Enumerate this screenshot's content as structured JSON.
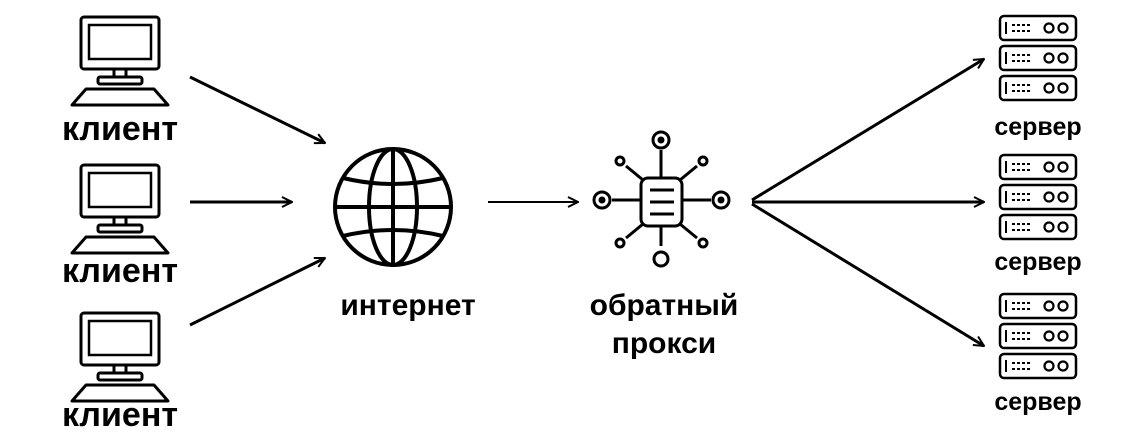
{
  "clients": [
    {
      "label": "клиент"
    },
    {
      "label": "клиент"
    },
    {
      "label": "клиент"
    }
  ],
  "internet": {
    "label": "интернет"
  },
  "proxy": {
    "label_line1": "обратный",
    "label_line2": "прокси"
  },
  "servers": [
    {
      "label": "сервер"
    },
    {
      "label": "сервер"
    },
    {
      "label": "сервер"
    }
  ],
  "colors": {
    "stroke": "#000000",
    "background": "#ffffff"
  },
  "icons": {
    "client": "desktop-computer-icon",
    "internet": "globe-icon",
    "proxy": "network-hub-icon",
    "server": "server-rack-icon"
  }
}
